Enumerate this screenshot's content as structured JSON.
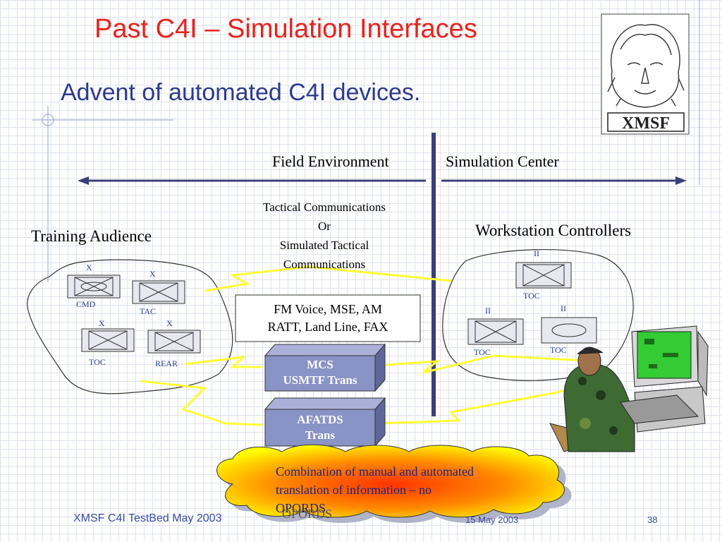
{
  "slide": {
    "title": "Past C4I – Simulation Interfaces",
    "subtitle": "Advent of automated C4I devices."
  },
  "logo": {
    "text": "XMSF"
  },
  "environments": {
    "field": "Field Environment",
    "simulation": "Simulation Center"
  },
  "comms": {
    "line1": "Tactical Communications",
    "line2": "Or",
    "line3": "Simulated Tactical",
    "line4": "Communications"
  },
  "groups": {
    "training_audience": "Training Audience",
    "workstation_controllers": "Workstation Controllers"
  },
  "left_units": {
    "cmd_echelon": "X",
    "cmd_label": "CMD",
    "tac_echelon": "X",
    "tac_label": "TAC",
    "toc_echelon": "X",
    "toc_label": "TOC",
    "rear_echelon": "X",
    "rear_label": "REAR"
  },
  "right_units": {
    "top_echelon": "II",
    "top_label": "TOC",
    "left_echelon": "II",
    "left_label": "TOC",
    "right_echelon": "II",
    "right_label": "TOC"
  },
  "fm_box": {
    "line1": "FM Voice, MSE, AM",
    "line2": "RATT, Land Line, FAX"
  },
  "mcs_box": {
    "line1": "MCS",
    "line2": "USMTF  Trans"
  },
  "afatds_box": {
    "line1": "AFATDS",
    "line2": "Trans"
  },
  "cloud": {
    "line1": "Combination of manual and automated",
    "line2": "translation of information – no",
    "line3": "OPORDS",
    "ghost": "OPORDS"
  },
  "footer": {
    "left": "XMSF C4I TestBed May 2003",
    "center": "15 May 2003",
    "page": "38"
  },
  "colors": {
    "title": "#e8231c",
    "subtitle": "#2d3a8c",
    "arrow": "#3a3f7a",
    "box_fill": "#8a93c6",
    "lightning": "#ffff33",
    "cloud_inner": "#ff3300",
    "cloud_outer": "#ffff00"
  }
}
